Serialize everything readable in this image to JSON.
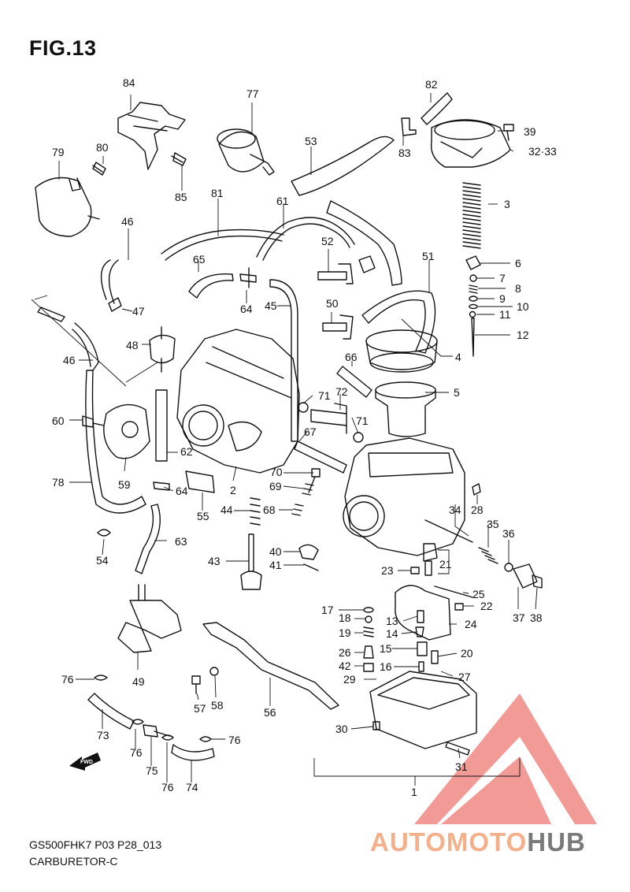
{
  "figure": {
    "title": "FIG.13",
    "model_code": "GS500FHK7 P03 P28_013",
    "section_name": "CARBURETOR-C"
  },
  "fwd_label": "FWD",
  "watermark": {
    "text_part1": "AUTOMOTO",
    "text_part2": "HUB",
    "color_part1": "#f3b08a",
    "color_part2": "#7a7a7a",
    "logo_color": "#f08a84"
  },
  "callouts": [
    "84",
    "77",
    "82",
    "79",
    "80",
    "85",
    "83",
    "39",
    "32·33",
    "53",
    "81",
    "61",
    "3",
    "46",
    "52",
    "65",
    "51",
    "6",
    "7",
    "8",
    "9",
    "10",
    "11",
    "12",
    "47",
    "64",
    "45",
    "50",
    "48",
    "4",
    "66",
    "46",
    "72",
    "71",
    "71",
    "5",
    "60",
    "67",
    "62",
    "2",
    "70",
    "69",
    "64",
    "59",
    "78",
    "55",
    "68",
    "44",
    "28",
    "34",
    "35",
    "36",
    "63",
    "40",
    "41",
    "21",
    "43",
    "54",
    "23",
    "25",
    "22",
    "17",
    "13",
    "24",
    "37",
    "38",
    "18",
    "14",
    "19",
    "15",
    "20",
    "26",
    "42",
    "16",
    "27",
    "29",
    "49",
    "76",
    "57",
    "58",
    "56",
    "73",
    "30",
    "31",
    "76",
    "75",
    "76",
    "76",
    "74",
    "1"
  ]
}
